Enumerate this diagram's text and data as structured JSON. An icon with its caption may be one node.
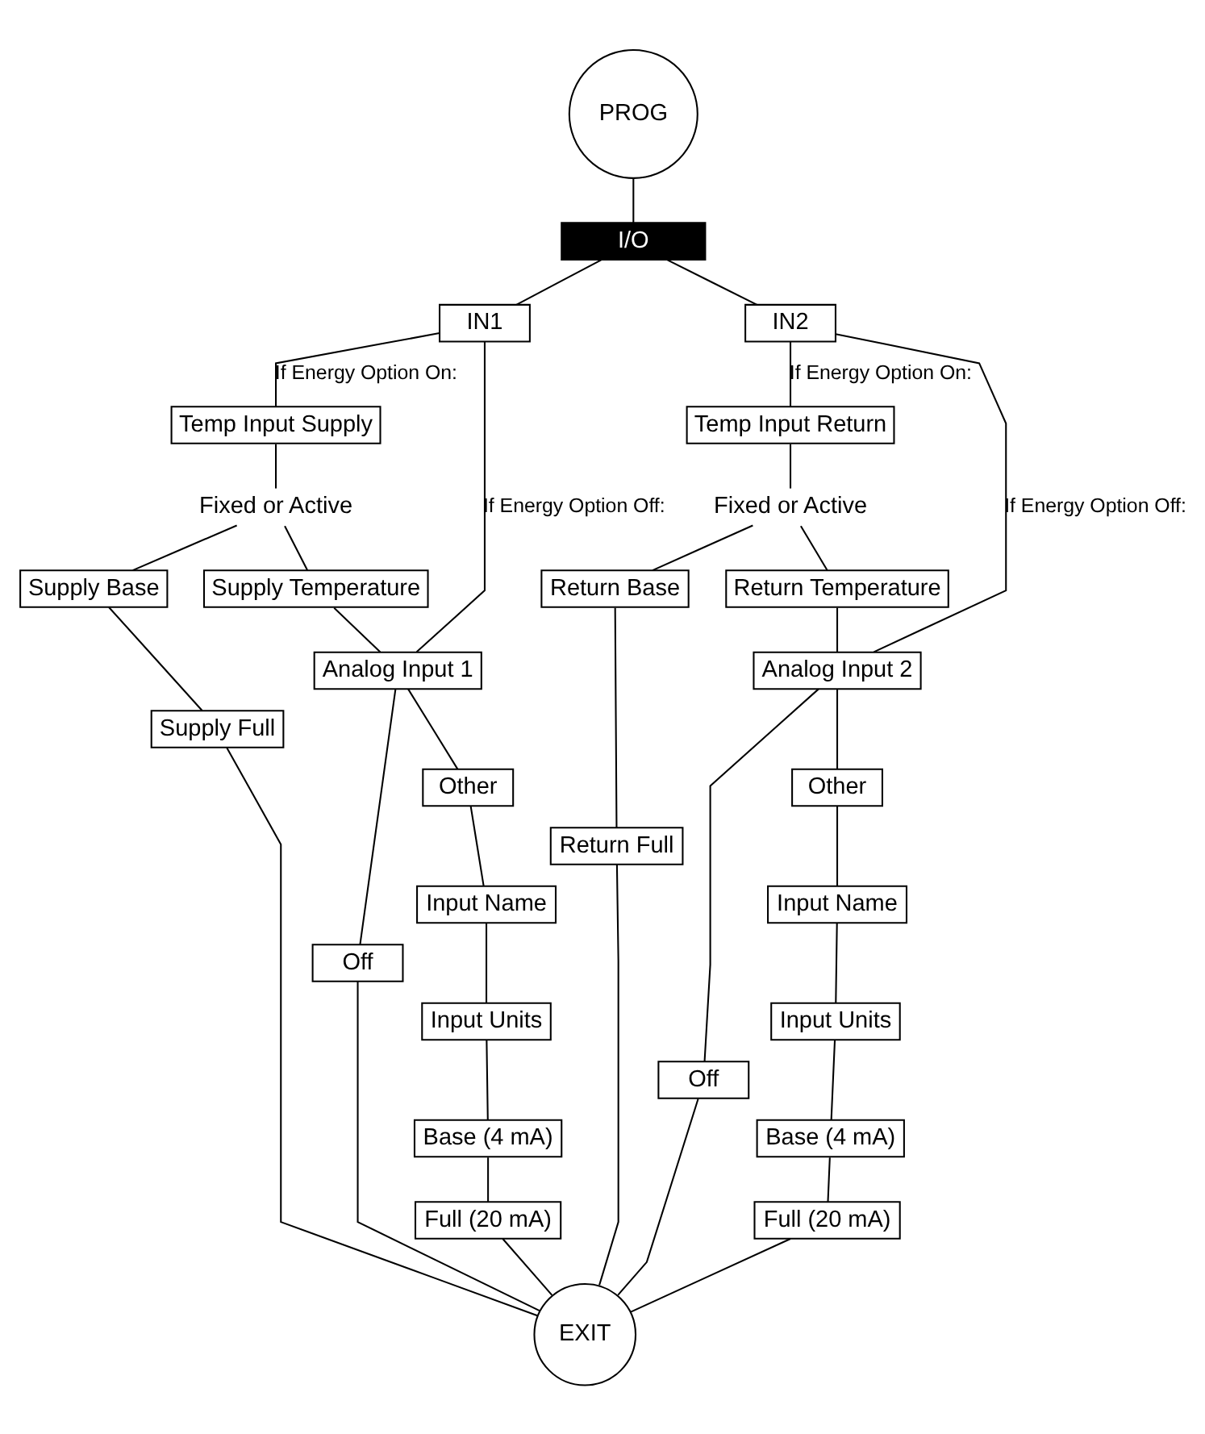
{
  "diagram": {
    "nodes": [
      {
        "text": [
          "PROG"
        ]
      },
      {
        "text": [
          "I/O"
        ]
      },
      {
        "text": [
          "IN1"
        ]
      },
      {
        "text": [
          "Temp Input Supply"
        ]
      },
      {
        "text": [
          "Fixed or Active"
        ]
      },
      {
        "text": [
          "Supply Base"
        ]
      },
      {
        "text": [
          "Supply Full"
        ]
      },
      {
        "text": [
          "Supply Temperature"
        ]
      },
      {
        "text": [
          "Analog Input 1"
        ]
      },
      {
        "text": [
          "Off"
        ]
      },
      {
        "text": [
          "Other"
        ]
      },
      {
        "text": [
          "Input Name"
        ]
      },
      {
        "text": [
          "Input Units"
        ]
      },
      {
        "text": [
          "Base (4 mA)"
        ]
      },
      {
        "text": [
          "Full (20 mA)"
        ]
      },
      {
        "text": [
          "IN2"
        ]
      },
      {
        "text": [
          "Temp Input Return"
        ]
      },
      {
        "text": [
          "Fixed or Active"
        ]
      },
      {
        "text": [
          "Return Base"
        ]
      },
      {
        "text": [
          "Return Full"
        ]
      },
      {
        "text": [
          "Return Temperature"
        ]
      },
      {
        "text": [
          "Analog Input 2"
        ]
      },
      {
        "text": [
          "Off"
        ]
      },
      {
        "text": [
          "Other"
        ]
      },
      {
        "text": [
          "Input Name"
        ]
      },
      {
        "text": [
          "Input Units"
        ]
      },
      {
        "text": [
          "Base (4 mA)"
        ]
      },
      {
        "text": [
          "Full (20 mA)"
        ]
      },
      {
        "text": [
          "EXIT"
        ]
      }
    ],
    "edges": [
      {
        "from": 0,
        "to": 1,
        "arrow": "none"
      },
      {
        "from": 1,
        "to": 2,
        "arrow": "none"
      },
      {
        "from": 1,
        "to": 15,
        "arrow": "none"
      },
      {
        "from": 2,
        "to": 8,
        "arrow": "none",
        "label": "If Energy Option Off:"
      },
      {
        "from": 2,
        "to": 3,
        "arrow": "none",
        "label": "If Energy Option On:"
      },
      {
        "from": 3,
        "to": 4,
        "arrow": "none"
      },
      {
        "from": 4,
        "to": 5,
        "arrow": "none"
      },
      {
        "from": 5,
        "to": 6,
        "arrow": "none"
      },
      {
        "from": 4,
        "to": 7,
        "arrow": "none"
      },
      {
        "from": 7,
        "to": 8,
        "arrow": "none"
      },
      {
        "from": 8,
        "to": 9,
        "arrow": "none"
      },
      {
        "from": 8,
        "to": 10,
        "arrow": "none"
      },
      {
        "from": 10,
        "to": 11,
        "arrow": "none"
      },
      {
        "from": 11,
        "to": 12,
        "arrow": "none"
      },
      {
        "from": 12,
        "to": 13,
        "arrow": "none"
      },
      {
        "from": 13,
        "to": 14,
        "arrow": "none"
      },
      {
        "from": 9,
        "to": 28,
        "arrow": "none"
      },
      {
        "from": 14,
        "to": 28,
        "arrow": "none"
      },
      {
        "from": 6,
        "to": 28,
        "arrow": "none"
      },
      {
        "from": 15,
        "to": 21,
        "arrow": "none",
        "label": "If Energy Option Off:"
      },
      {
        "from": 15,
        "to": 16,
        "arrow": "none",
        "label": "If Energy Option On:"
      },
      {
        "from": 16,
        "to": 17,
        "arrow": "none"
      },
      {
        "from": 17,
        "to": 18,
        "arrow": "none"
      },
      {
        "from": 18,
        "to": 19,
        "arrow": "none"
      },
      {
        "from": 17,
        "to": 20,
        "arrow": "none"
      },
      {
        "from": 20,
        "to": 21,
        "arrow": "none"
      },
      {
        "from": 21,
        "to": 22,
        "arrow": "none"
      },
      {
        "from": 21,
        "to": 23,
        "arrow": "none"
      },
      {
        "from": 23,
        "to": 24,
        "arrow": "none"
      },
      {
        "from": 24,
        "to": 25,
        "arrow": "none"
      },
      {
        "from": 25,
        "to": 26,
        "arrow": "none"
      },
      {
        "from": 26,
        "to": 27,
        "arrow": "none"
      },
      {
        "from": 22,
        "to": 28,
        "arrow": "none"
      },
      {
        "from": 27,
        "to": 28,
        "arrow": "none"
      },
      {
        "from": 19,
        "to": 28,
        "arrow": "none"
      }
    ]
  }
}
